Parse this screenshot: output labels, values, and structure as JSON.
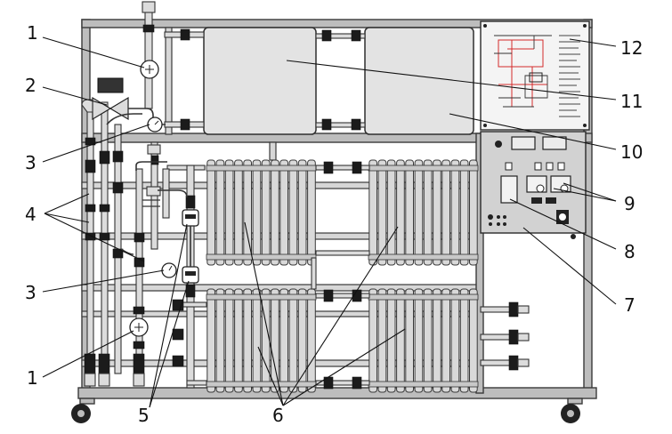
{
  "figure": {
    "callouts": {
      "c1_top": "1",
      "c2": "2",
      "c3_top": "3",
      "c4": "4",
      "c3_bottom": "3",
      "c1_bottom": "1",
      "c5": "5",
      "c6": "6",
      "c7": "7",
      "c8": "8",
      "c9": "9",
      "c10": "10",
      "c11": "11",
      "c12": "12"
    }
  },
  "colors": {
    "frame": "#bdbdbd",
    "tank": "#e3e3e3",
    "panel": "#d2d2d2",
    "schematic_accent": "#d42b2b"
  }
}
